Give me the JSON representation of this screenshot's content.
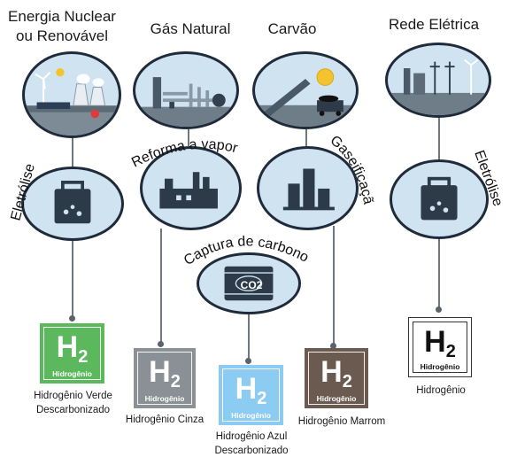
{
  "sources": {
    "nuclear_renewable": "Energia Nuclear\nou Renovável",
    "natural_gas": "Gás Natural",
    "coal": "Carvão",
    "grid": "Rede Elétrica"
  },
  "processes": {
    "electrolysis_left": "Eletrólise",
    "steam_reforming": "Reforma a vapor",
    "gasification": "Gaseificação",
    "carbon_capture": "Captura de carbono",
    "electrolysis_right": "Eletrólise",
    "co2_label": "CO2"
  },
  "hydrogen": {
    "symbol": "H",
    "subscript": "2",
    "box_label": "Hidrogênio",
    "green_caption": "Hidrogênio Verde\nDescarbonizado",
    "gray_caption": "Hidrogênio Cinza",
    "blue_caption": "Hidrogênio Azul\nDescarbonizado",
    "brown_caption": "Hidrogênio Marrom",
    "grid_caption": "Hidrogênio"
  },
  "colors": {
    "green": "#5cb85c",
    "gray": "#8a9095",
    "blue": "#8ccbf2",
    "brown": "#6b5a4f",
    "white": "#ffffff",
    "ellipse_fill": "#cfe3f1",
    "ellipse_border": "#1f2a3a"
  }
}
